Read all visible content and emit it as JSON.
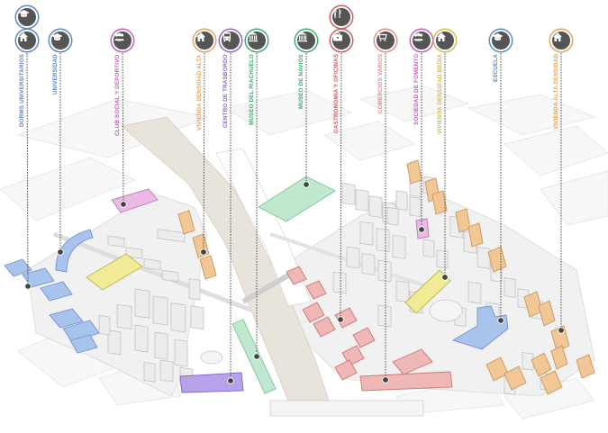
{
  "labels": [
    {
      "id": "dorms",
      "text": "DORMS UNIVERSITARIOS",
      "color": "#5b86c4",
      "icon": "house-icon",
      "extra_icon": "graduation-cap-icon"
    },
    {
      "id": "universidad",
      "text": "UNIVERSIDAD",
      "color": "#5b86c4",
      "icon": "graduation-cap-icon"
    },
    {
      "id": "club",
      "text": "CLUB SOCIAL Y DEPORTIVO",
      "color": "#c45fb8",
      "icon": "people-icon"
    },
    {
      "id": "viv-alta-1",
      "text": "VIVIENDA DENSIDAD ALTA",
      "color": "#e0a55a",
      "icon": "house-icon"
    },
    {
      "id": "trasbordo",
      "text": "CENTRO DE TRASBORDO",
      "color": "#8e66c9",
      "icon": "bus-icon"
    },
    {
      "id": "museo-riachuelo",
      "text": "MUSEO DEL RIACHUELO",
      "color": "#3fa972",
      "icon": "museum-icon"
    },
    {
      "id": "museo-navios",
      "text": "MUSEO DE NAVIOS",
      "color": "#3fa972",
      "icon": "museum-icon"
    },
    {
      "id": "gastronomia",
      "text": "GASTRONOMIA Y OFICINAS",
      "color": "#d0595f",
      "icon": "briefcase-icon",
      "extra_icon": "fork-knife-icon"
    },
    {
      "id": "comercios",
      "text": "COMERCIOS VARIOS",
      "color": "#e38a8a",
      "icon": "cart-icon"
    },
    {
      "id": "fomento",
      "text": "SOCIEDAD DE FOMENTO",
      "color": "#c45fb8",
      "icon": "people-icon"
    },
    {
      "id": "viv-media",
      "text": "VIVIENDA DENSIDAD MEDIA",
      "color": "#c9c24a",
      "icon": "house-icon"
    },
    {
      "id": "escuela",
      "text": "ESCUELA",
      "color": "#5b86c4",
      "icon": "graduation-cap-icon"
    },
    {
      "id": "viv-alta-2",
      "text": "VIVIENDA ALTA DENSIDAD",
      "color": "#e0a55a",
      "icon": "house-icon"
    }
  ]
}
